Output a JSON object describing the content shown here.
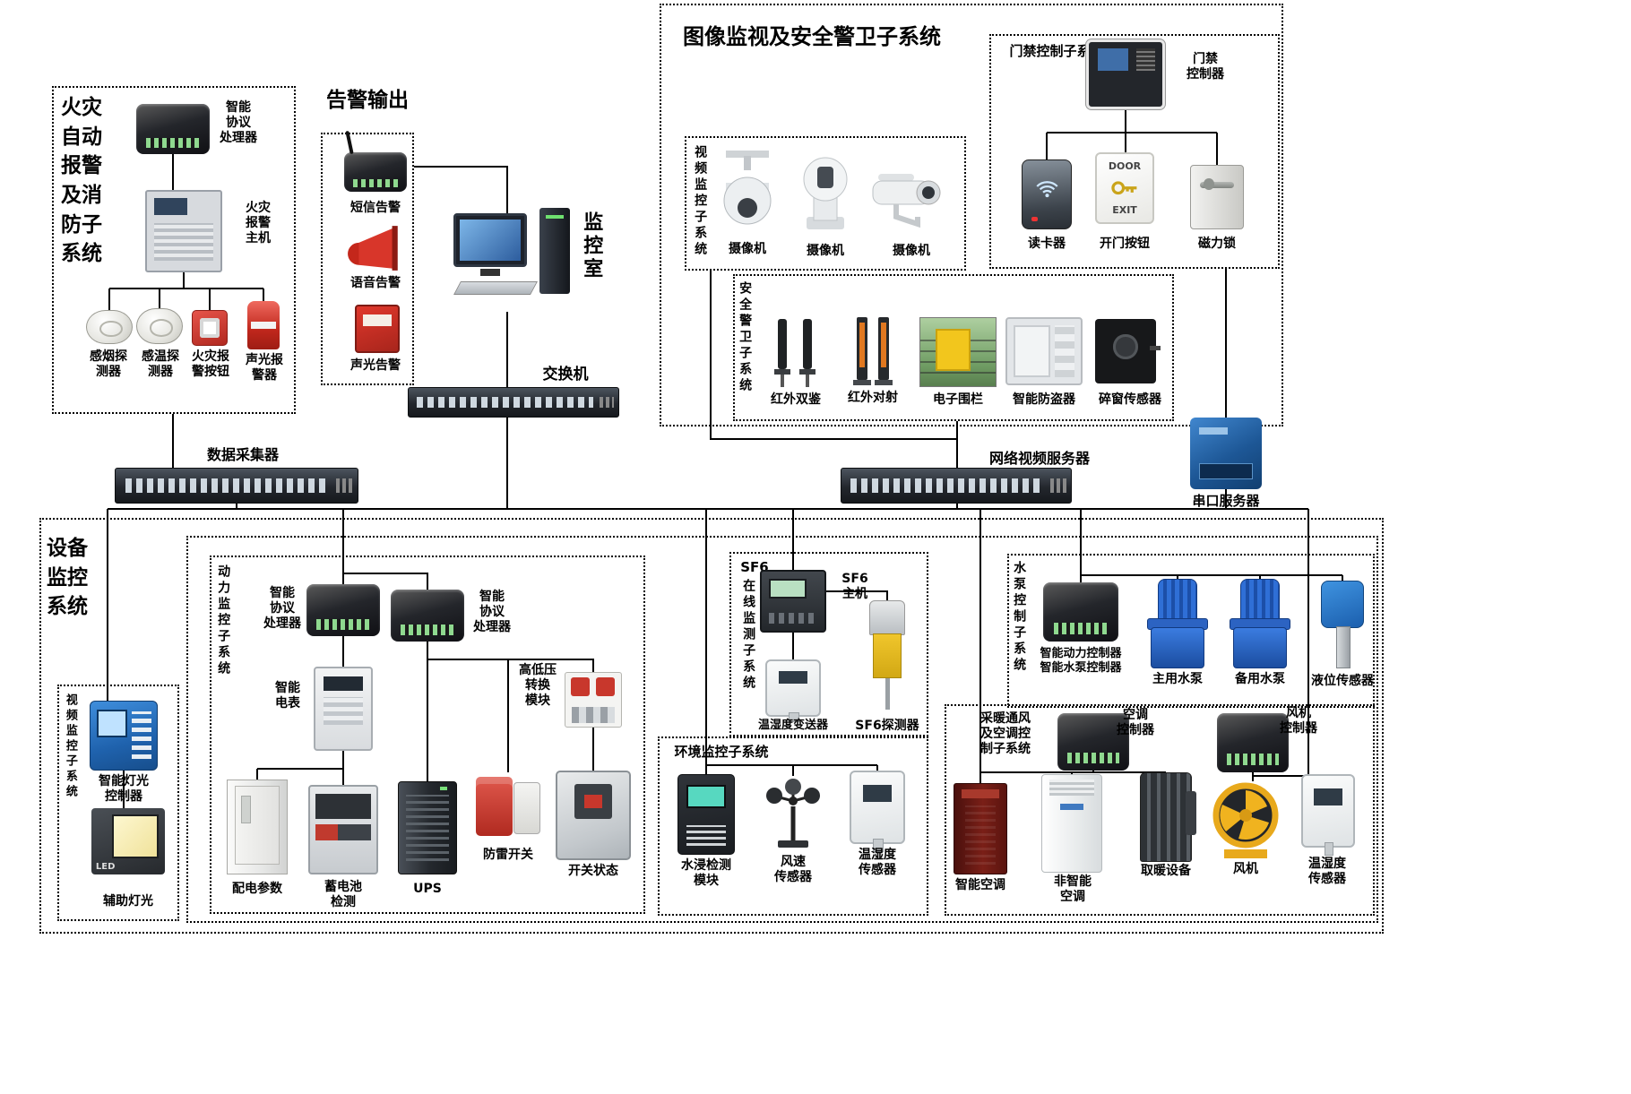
{
  "fire": {
    "title": "火灾\n自动\n报警\n及消\n防子\n系统",
    "protocol_label": "智能\n协议\n处理器",
    "host_label": "火灾\n报警\n主机",
    "smoke_label": "感烟探\n测器",
    "temp_label": "感温探\n测器",
    "button_label": "火灾报\n警按钮",
    "strobe_label": "声光报\n警器"
  },
  "alarm": {
    "title": "告警输出",
    "sms_label": "短信告警",
    "voice_label": "语音告警",
    "sound_light_label": "声光告警"
  },
  "monitor_room_label": "监控室",
  "switch_label": "交换机",
  "surveillance": {
    "title": "图像监视及安全警卫子系统",
    "access": {
      "title": "门禁控制子系统",
      "controller_label": "门禁\n控制器",
      "door_text": "DOOR",
      "exit_text": "EXIT",
      "reader_label": "读卡器",
      "exit_button_label": "开门按钮",
      "lock_label": "磁力锁"
    },
    "video": {
      "title": "视频监控子系统",
      "camera1_label": "摄像机",
      "camera2_label": "摄像机",
      "camera3_label": "摄像机"
    },
    "security": {
      "title": "安全警卫子系统",
      "ir_dual_label": "红外双鉴",
      "ir_beam_label": "红外对射",
      "fence_label": "电子围栏",
      "burglar_label": "智能防盗器",
      "window_label": "碎窗传感器"
    }
  },
  "backbone": {
    "collector_label": "数据采集器",
    "nvr_label": "网络视频服务器",
    "serial_label": "串口服务器"
  },
  "equipment": {
    "title": "设备\n监控\n系统",
    "lighting": {
      "title": "视频监控子系统",
      "controller_label": "智能灯光\n控制器",
      "led_text": "LED",
      "aux_label": "辅助灯光"
    },
    "power": {
      "title": "动力监控子系统",
      "protocol1_label": "智能\n协议\n处理器",
      "protocol2_label": "智能\n协议\n处理器",
      "meter_label": "智能\n电表",
      "hv_label": "高低压\n转换\n模块",
      "dist_label": "配电参数",
      "battery_label": "蓄电池\n检测",
      "ups_label": "UPS",
      "surge_label": "防雷开关",
      "breaker_label": "开关状态"
    },
    "sf6": {
      "title_prefix": "SF6",
      "title_rest": "在线监测子系统",
      "host_label": "SF6\n主机",
      "transmitter_label": "温湿度变送器",
      "detector_label": "SF6探测器"
    },
    "env": {
      "title": "环境监控子系统",
      "water_label": "水浸检测\n模块",
      "wind_label": "风速\n传感器",
      "th_label": "温湿度\n传感器"
    },
    "pump": {
      "title": "水泵控制子系统",
      "controller_label": "智能动力控制器\n智能水泵控制器",
      "main_label": "主用水泵",
      "backup_label": "备用水泵",
      "level_label": "液位传感器"
    },
    "hvac": {
      "title": "采暖通风\n及空调控\n制子系统",
      "ac_ctrl_label": "空调\n控制器",
      "fan_ctrl_label": "风机\n控制器",
      "smart_ac_label": "智能空调",
      "plain_ac_label": "非智能\n空调",
      "heater_label": "取暖设备",
      "fan_label": "风机",
      "th_label": "温湿度\n传感器"
    }
  }
}
